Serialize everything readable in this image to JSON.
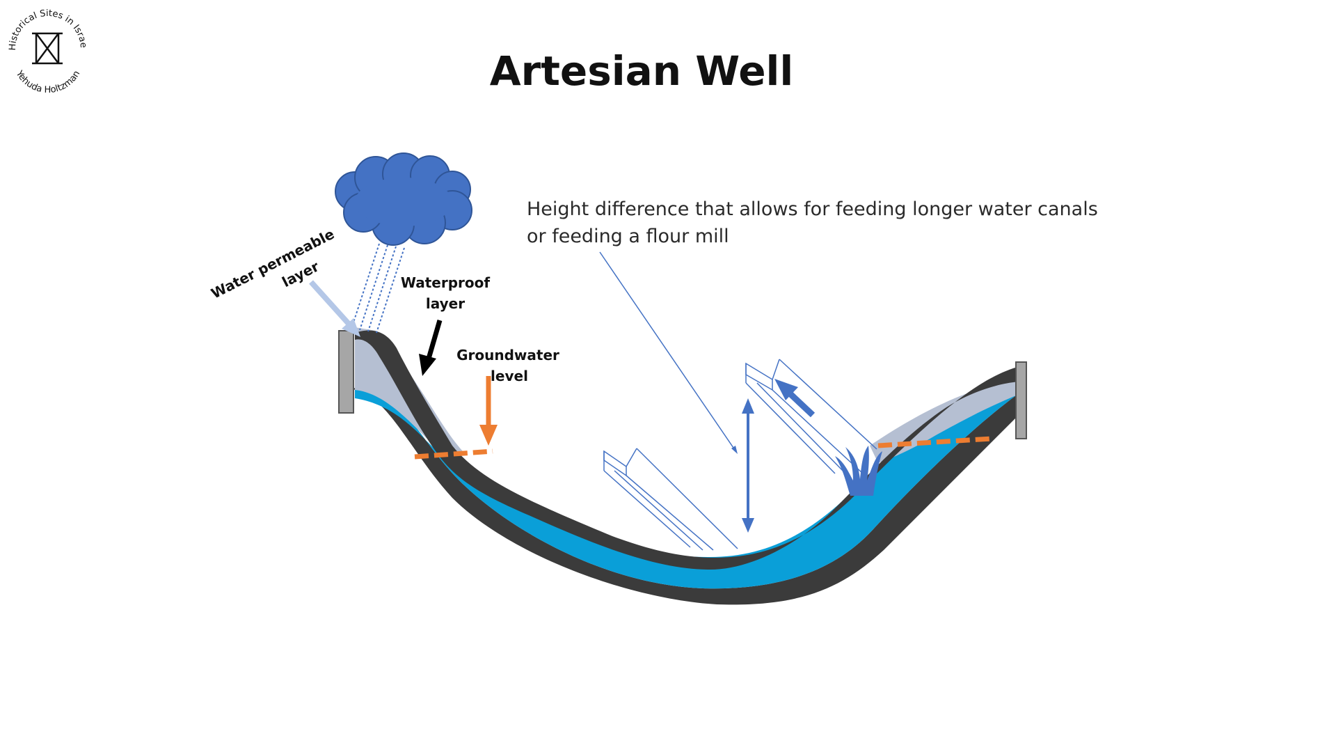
{
  "title": "Artesian Well",
  "logo": {
    "top_text": "Historical Sites in Israel",
    "bottom_text": "Yehuda Holtzman",
    "icon": "tower-icon"
  },
  "labels": {
    "permeable_line1": "Water permeable",
    "permeable_line2": "layer",
    "waterproof_line1": "Waterproof",
    "waterproof_line2": "layer",
    "groundwater_line1": "Groundwater",
    "groundwater_line2": "level",
    "height_line1": "Height difference that allows for feeding longer water canals",
    "height_line2": "or feeding a flour mill"
  },
  "colors": {
    "rock": "#3b3b3b",
    "water": "#0a9fd8",
    "permeable": "#b5bfd2",
    "cloud": "#4472c4",
    "accent_blue": "#4472c4",
    "groundwater": "#ed7d31",
    "pillar": "#a6a6a6"
  }
}
